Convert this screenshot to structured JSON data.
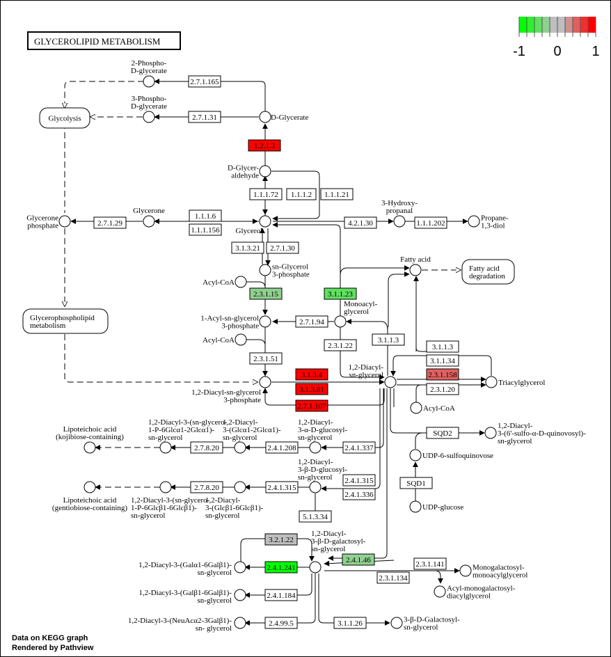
{
  "title": "GLYCEROLIPID  METABOLISM",
  "footer": [
    "Data on KEGG graph",
    "Rendered by Pathview"
  ],
  "legend": {
    "colors": [
      "#00ff00",
      "#30ee30",
      "#60e060",
      "#90d090",
      "#bebebe",
      "#bebebe",
      "#d09090",
      "#e06060",
      "#f03030",
      "#ff0000"
    ],
    "ticks": [
      "-1",
      "0",
      "1"
    ],
    "range": [
      -1,
      1
    ]
  },
  "colors": {
    "up_strong": "#ff0000",
    "up_mid": "#e06060",
    "down_strong": "#00ff00",
    "down_mid": "#60e060",
    "down_weak": "#90d090",
    "neutral": "#bebebe",
    "none": "#ffffff"
  },
  "pathway_links": [
    {
      "id": "glycolysis",
      "label": [
        "Glycolysis"
      ]
    },
    {
      "id": "glycerophospholipid",
      "label": [
        "Glycerophospholipid",
        "metabolism"
      ]
    },
    {
      "id": "fatty-acid-degradation",
      "label": [
        "Fatty acid",
        "degradation"
      ]
    }
  ],
  "compounds": [
    {
      "id": "2pg",
      "label": [
        "2-Phospho-",
        "D-glycerate"
      ]
    },
    {
      "id": "3pg",
      "label": [
        "3-Phospho-",
        "D-glycerate"
      ]
    },
    {
      "id": "dglycerate",
      "label": [
        "D-Glycerate"
      ]
    },
    {
      "id": "dglyceraldehyde",
      "label": [
        "D-Glycer-",
        "aldehyde"
      ]
    },
    {
      "id": "glycerone-p",
      "label": [
        "Glycerone",
        "phosphate"
      ]
    },
    {
      "id": "glycerone",
      "label": [
        "Glycerone"
      ]
    },
    {
      "id": "glycerol",
      "label": [
        "Glycerol"
      ]
    },
    {
      "id": "3hydroxypropanal",
      "label": [
        "3-Hydroxy-",
        "propanal"
      ]
    },
    {
      "id": "propanediol",
      "label": [
        "Propane-",
        "1,3-diol"
      ]
    },
    {
      "id": "sng3p",
      "label": [
        "sn-Glycerol",
        "3-phosphate"
      ]
    },
    {
      "id": "acylcoa1",
      "label": [
        "Acyl-CoA"
      ]
    },
    {
      "id": "fattyacid",
      "label": [
        "Fatty acid"
      ]
    },
    {
      "id": "lpa",
      "label": [
        "1-Acyl-sn-glycerol",
        "3-phosphate"
      ]
    },
    {
      "id": "monoacylglycerol",
      "label": [
        "Monoacyl-",
        "glycerol"
      ]
    },
    {
      "id": "acylcoa2",
      "label": [
        "Acyl-CoA"
      ]
    },
    {
      "id": "pa",
      "label": [
        "1,2-Diacyl-sn-glycerol",
        "3-phosphate"
      ]
    },
    {
      "id": "dag",
      "label": [
        "1,2-Diacyl-",
        "sn-glycerol"
      ]
    },
    {
      "id": "tag",
      "label": [
        "Triacylglycerol"
      ]
    },
    {
      "id": "acylcoa3",
      "label": [
        "Acyl-CoA"
      ]
    },
    {
      "id": "lta-koji",
      "label": [
        "Lipoteichoic acid",
        "(kojibiose-containing)"
      ]
    },
    {
      "id": "dag-glcglc-p",
      "label": [
        "1,2-Diacyl-3-(sn-glycero-",
        "1-P-6Glcα1-2Glcα1)-",
        "sn-glycerol"
      ]
    },
    {
      "id": "dag-glcglc-a",
      "label": [
        "1,2-Diacyl-",
        "3-(Glcα1-2Glcα1)-",
        "sn-glycerol"
      ]
    },
    {
      "id": "dag-aglc",
      "label": [
        "1,2-Diacyl-",
        "3-α-D-glucosyl-",
        "sn-glycerol"
      ]
    },
    {
      "id": "sqdg",
      "label": [
        "1,2-Diacyl-",
        "3-(6'-sulfo-α-D-quinovosyl)-",
        "sn-glycerol"
      ]
    },
    {
      "id": "udp-sq",
      "label": [
        "UDP-6-sulfoquinovose"
      ]
    },
    {
      "id": "udp-glc",
      "label": [
        "UDP-glucose"
      ]
    },
    {
      "id": "dag-bglc",
      "label": [
        "1,2-Diacyl-",
        "3-β-D-glucosyl-",
        "sn-glycerol"
      ]
    },
    {
      "id": "lta-gentio",
      "label": [
        "Lipoteichoic acid",
        "(gentiobiose-containing)"
      ]
    },
    {
      "id": "dag-glcglc-pb",
      "label": [
        "1,2-Diacyl-3-(sn-glycero-",
        "1-P-6Glcβ1-6Glcβ1)-",
        "sn-glycerol"
      ]
    },
    {
      "id": "dag-glcglc-b",
      "label": [
        "1,2-Diacyl-",
        "3-(Glcβ1-6Glcβ1)-",
        "sn-glycerol"
      ]
    },
    {
      "id": "mgdg",
      "label": [
        "1,2-Diacyl-",
        "3-β-D-galactosyl-",
        "sn-glycerol"
      ]
    },
    {
      "id": "dgdg-a",
      "label": [
        "1,2-Diacyl-3-(Galα1-6Galβ1)-",
        "sn-glycerol"
      ]
    },
    {
      "id": "dgdg-b",
      "label": [
        "1,2-Diacyl-3-(Galβ1-6Galβ1)-",
        "sn-glycerol"
      ]
    },
    {
      "id": "neuac",
      "label": [
        "1,2-Diacyl-3-(NeuAcα2-3Galβ1)-",
        "sn- glycerol"
      ]
    },
    {
      "id": "mgmg",
      "label": [
        "Monogalactosyl-",
        "monoacylglycerol"
      ]
    },
    {
      "id": "acyl-mgdg",
      "label": [
        "Acyl-monogalactosyl-",
        "diacylglycerol"
      ]
    },
    {
      "id": "galglycerol",
      "label": [
        "3-β-D-Galactosyl-",
        "sn-glycerol"
      ]
    }
  ],
  "enzymes": [
    {
      "ec": "2.7.1.165",
      "color": "#ffffff"
    },
    {
      "ec": "2.7.1.31",
      "color": "#ffffff"
    },
    {
      "ec": "1.2.1.3",
      "color": "#ff0000"
    },
    {
      "ec": "1.1.1.72",
      "color": "#ffffff"
    },
    {
      "ec": "1.1.1.2",
      "color": "#ffffff"
    },
    {
      "ec": "1.1.1.21",
      "color": "#ffffff"
    },
    {
      "ec": "2.7.1.29",
      "color": "#ffffff"
    },
    {
      "ec": "1.1.1.6",
      "color": "#ffffff"
    },
    {
      "ec": "1.1.1.156",
      "color": "#ffffff"
    },
    {
      "ec": "4.2.1.30",
      "color": "#ffffff"
    },
    {
      "ec": "1.1.1.202",
      "color": "#ffffff"
    },
    {
      "ec": "3.1.3.21",
      "color": "#ffffff"
    },
    {
      "ec": "2.7.1.30",
      "color": "#ffffff"
    },
    {
      "ec": "2.3.1.15",
      "color": "#90d090"
    },
    {
      "ec": "3.1.1.23",
      "color": "#60e060"
    },
    {
      "ec": "2.7.1.94",
      "color": "#ffffff"
    },
    {
      "ec": "2.3.1.22",
      "color": "#ffffff"
    },
    {
      "ec": "3.1.1.3",
      "color": "#ffffff"
    },
    {
      "ec": "2.3.1.51",
      "color": "#ffffff"
    },
    {
      "ec": "3.1.1.3",
      "color": "#ffffff"
    },
    {
      "ec": "3.1.1.34",
      "color": "#ffffff"
    },
    {
      "ec": "2.3.1.158",
      "color": "#e06060"
    },
    {
      "ec": "2.3.1.20",
      "color": "#ffffff"
    },
    {
      "ec": "3.1.3.4",
      "color": "#ff0000"
    },
    {
      "ec": "3.1.3.81",
      "color": "#ff0000"
    },
    {
      "ec": "2.7.1.107",
      "color": "#ff0000"
    },
    {
      "ec": "2.7.8.20",
      "color": "#ffffff"
    },
    {
      "ec": "2.4.1.208",
      "color": "#ffffff"
    },
    {
      "ec": "2.4.1.337",
      "color": "#ffffff"
    },
    {
      "ec": "SQD2",
      "color": "#ffffff"
    },
    {
      "ec": "SQD1",
      "color": "#ffffff"
    },
    {
      "ec": "2.7.8.20",
      "color": "#ffffff"
    },
    {
      "ec": "2.4.1.315",
      "color": "#ffffff"
    },
    {
      "ec": "2.4.1.315",
      "color": "#ffffff"
    },
    {
      "ec": "2.4.1.336",
      "color": "#ffffff"
    },
    {
      "ec": "5.1.3.34",
      "color": "#ffffff"
    },
    {
      "ec": "3.2.1.22",
      "color": "#bebebe"
    },
    {
      "ec": "2.4.1.241",
      "color": "#00ff00"
    },
    {
      "ec": "2.4.1.46",
      "color": "#90d090"
    },
    {
      "ec": "2.3.1.141",
      "color": "#ffffff"
    },
    {
      "ec": "2.3.1.134",
      "color": "#ffffff"
    },
    {
      "ec": "2.4.1.184",
      "color": "#ffffff"
    },
    {
      "ec": "2.4.99.5",
      "color": "#ffffff"
    },
    {
      "ec": "3.1.1.26",
      "color": "#ffffff"
    }
  ]
}
